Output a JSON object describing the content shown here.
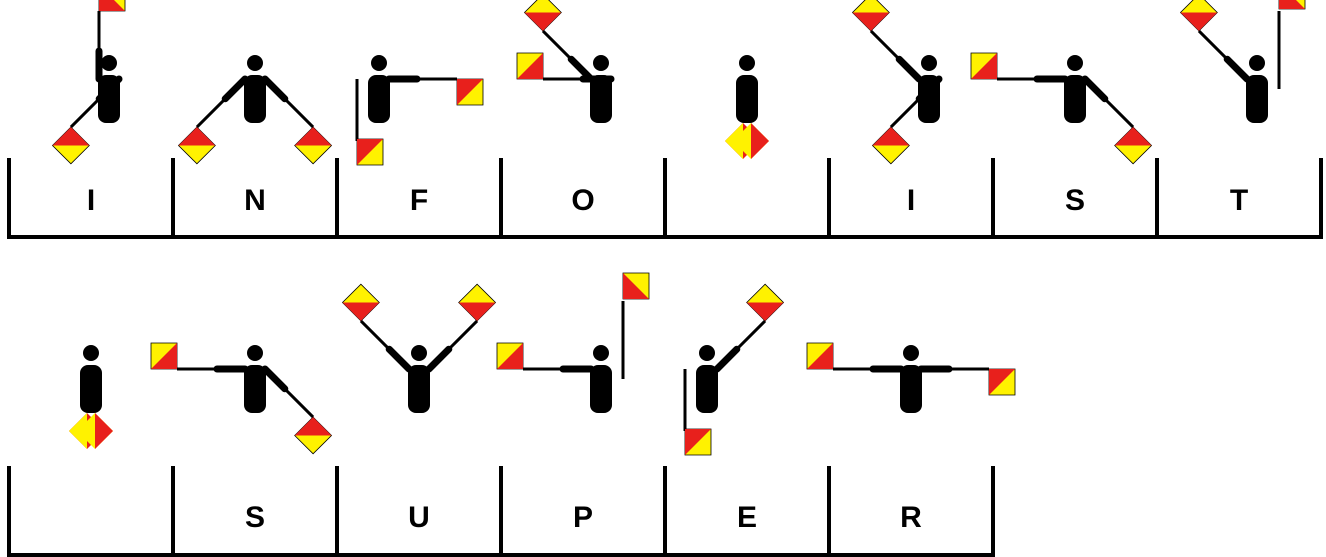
{
  "rows": [
    {
      "cells": [
        {
          "letter": "I",
          "arms": [
            "N",
            "SW"
          ],
          "person": "right"
        },
        {
          "letter": "N",
          "arms": [
            "SW",
            "SE"
          ],
          "person": "center"
        },
        {
          "letter": "F",
          "arms": [
            "DOWN_L",
            "E"
          ],
          "person": "left"
        },
        {
          "letter": "O",
          "arms": [
            "NW",
            "W"
          ],
          "person": "right"
        },
        {
          "letter": "",
          "arms": [
            "REST",
            "REST"
          ],
          "person": "center"
        },
        {
          "letter": "I",
          "arms": [
            "NW",
            "SW"
          ],
          "person": "right"
        },
        {
          "letter": "S",
          "arms": [
            "W",
            "SE"
          ],
          "person": "center"
        },
        {
          "letter": "T",
          "arms": [
            "NW",
            "UP_R"
          ],
          "person": "right"
        }
      ]
    },
    {
      "cells": [
        {
          "letter": "",
          "arms": [
            "REST",
            "REST"
          ],
          "person": "center"
        },
        {
          "letter": "S",
          "arms": [
            "W",
            "SE"
          ],
          "person": "center"
        },
        {
          "letter": "U",
          "arms": [
            "NW",
            "NE"
          ],
          "person": "center"
        },
        {
          "letter": "P",
          "arms": [
            "W",
            "UP_R"
          ],
          "person": "right"
        },
        {
          "letter": "E",
          "arms": [
            "DOWN_L",
            "NE"
          ],
          "person": "left"
        },
        {
          "letter": "R",
          "arms": [
            "W",
            "E"
          ],
          "person": "center"
        }
      ]
    }
  ],
  "colors": {
    "flag_red": "#E8201C",
    "flag_yellow": "#FFF200",
    "figure": "#000000",
    "grid": "#000000"
  }
}
